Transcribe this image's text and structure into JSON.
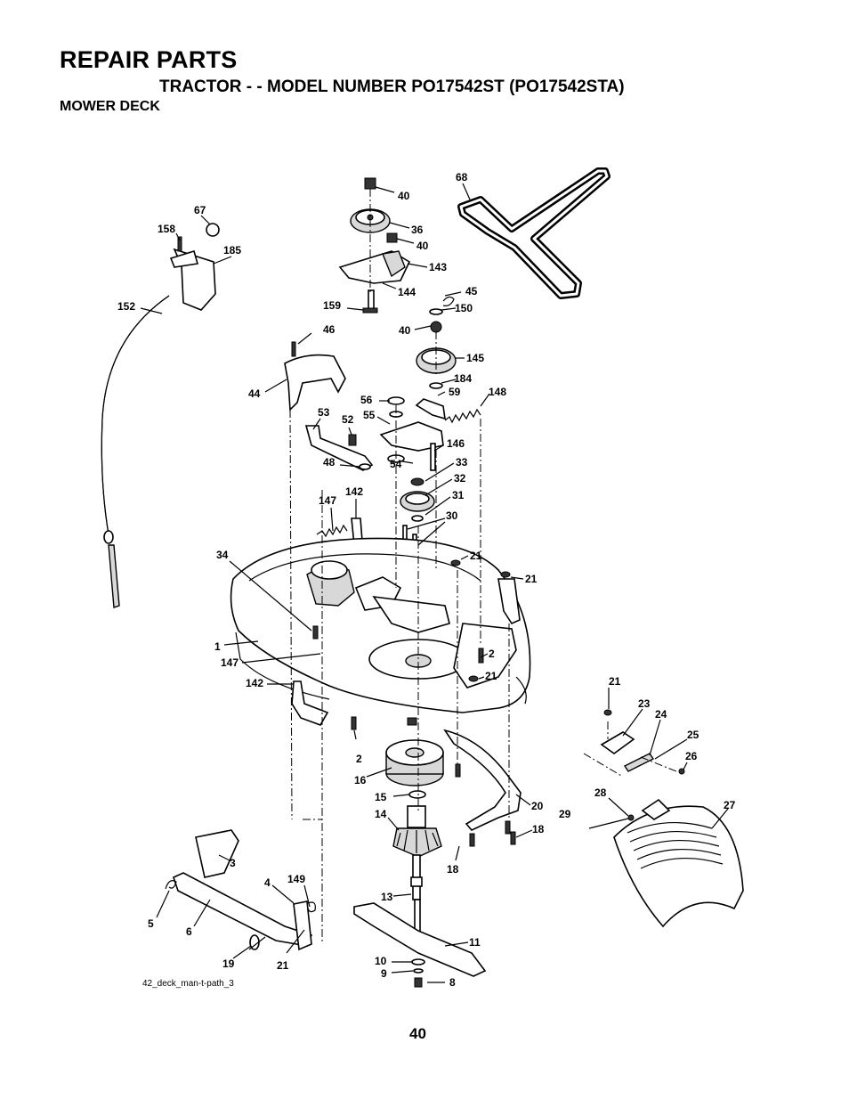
{
  "header": {
    "title": "REPAIR PARTS",
    "subtitle": "TRACTOR - - MODEL NUMBER PO17542ST (PO17542STA)",
    "section": "MOWER DECK"
  },
  "footer": {
    "page_number": "40"
  },
  "diagram": {
    "file_label": "42_deck_man-t-path_3",
    "callouts": [
      "40",
      "68",
      "36",
      "40",
      "143",
      "67",
      "158",
      "185",
      "45",
      "144",
      "150",
      "152",
      "159",
      "40",
      "46",
      "145",
      "184",
      "44",
      "59",
      "148",
      "56",
      "55",
      "53",
      "52",
      "146",
      "48",
      "54",
      "33",
      "32",
      "142",
      "147",
      "31",
      "30",
      "34",
      "21",
      "21",
      "1",
      "2",
      "147",
      "21",
      "142",
      "21",
      "2",
      "23",
      "24",
      "25",
      "26",
      "16",
      "15",
      "20",
      "28",
      "27",
      "29",
      "14",
      "18",
      "3",
      "18",
      "149",
      "4",
      "13",
      "5",
      "6",
      "11",
      "19",
      "21",
      "10",
      "9",
      "8"
    ]
  },
  "colors": {
    "ink": "#000000",
    "paper": "#ffffff"
  }
}
